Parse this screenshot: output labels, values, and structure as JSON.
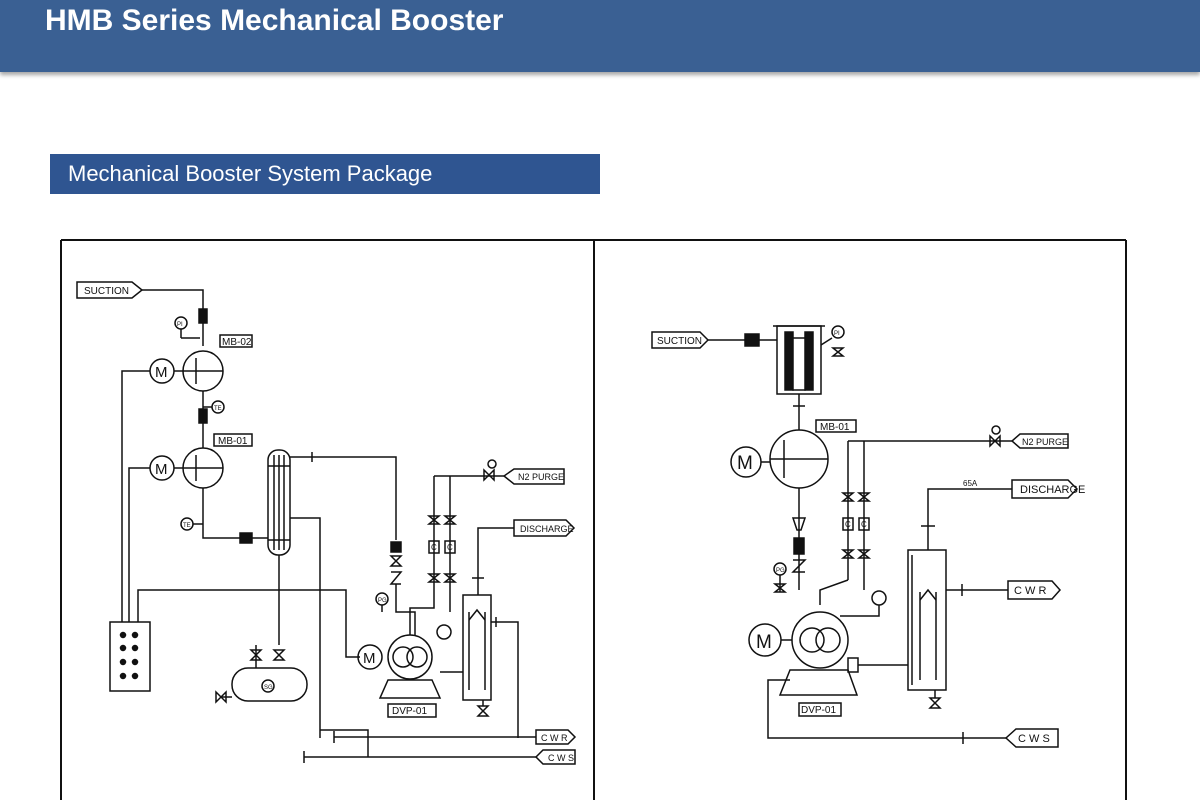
{
  "header": {
    "title": "HMB Series Mechanical Booster"
  },
  "section": {
    "title": "Mechanical Booster System Package"
  },
  "left_diagram": {
    "suction": "SUCTION",
    "booster_2": "MB-02",
    "booster_1": "MB-01",
    "motor_symbol": "M",
    "pump": "DVP-01",
    "n2_purge": "N2 PURGE",
    "discharge": "DISCHARGE",
    "cwr": "C W R",
    "cws": "C W S",
    "pi_tag": "PI",
    "te_tag": "TE",
    "pg_tag": "PG",
    "sg_tag": "SG",
    "c_tag": "C"
  },
  "right_diagram": {
    "suction": "SUCTION",
    "booster_1": "MB-01",
    "motor_symbol": "M",
    "pump": "DVP-01",
    "n2_purge": "N2 PURGE",
    "discharge": "DISCHARGE",
    "pipe_size": "65A",
    "cwr": "C W R",
    "cws": "C W S",
    "pi_tag": "PI",
    "pg_tag": "PG",
    "c_tag": "C"
  }
}
